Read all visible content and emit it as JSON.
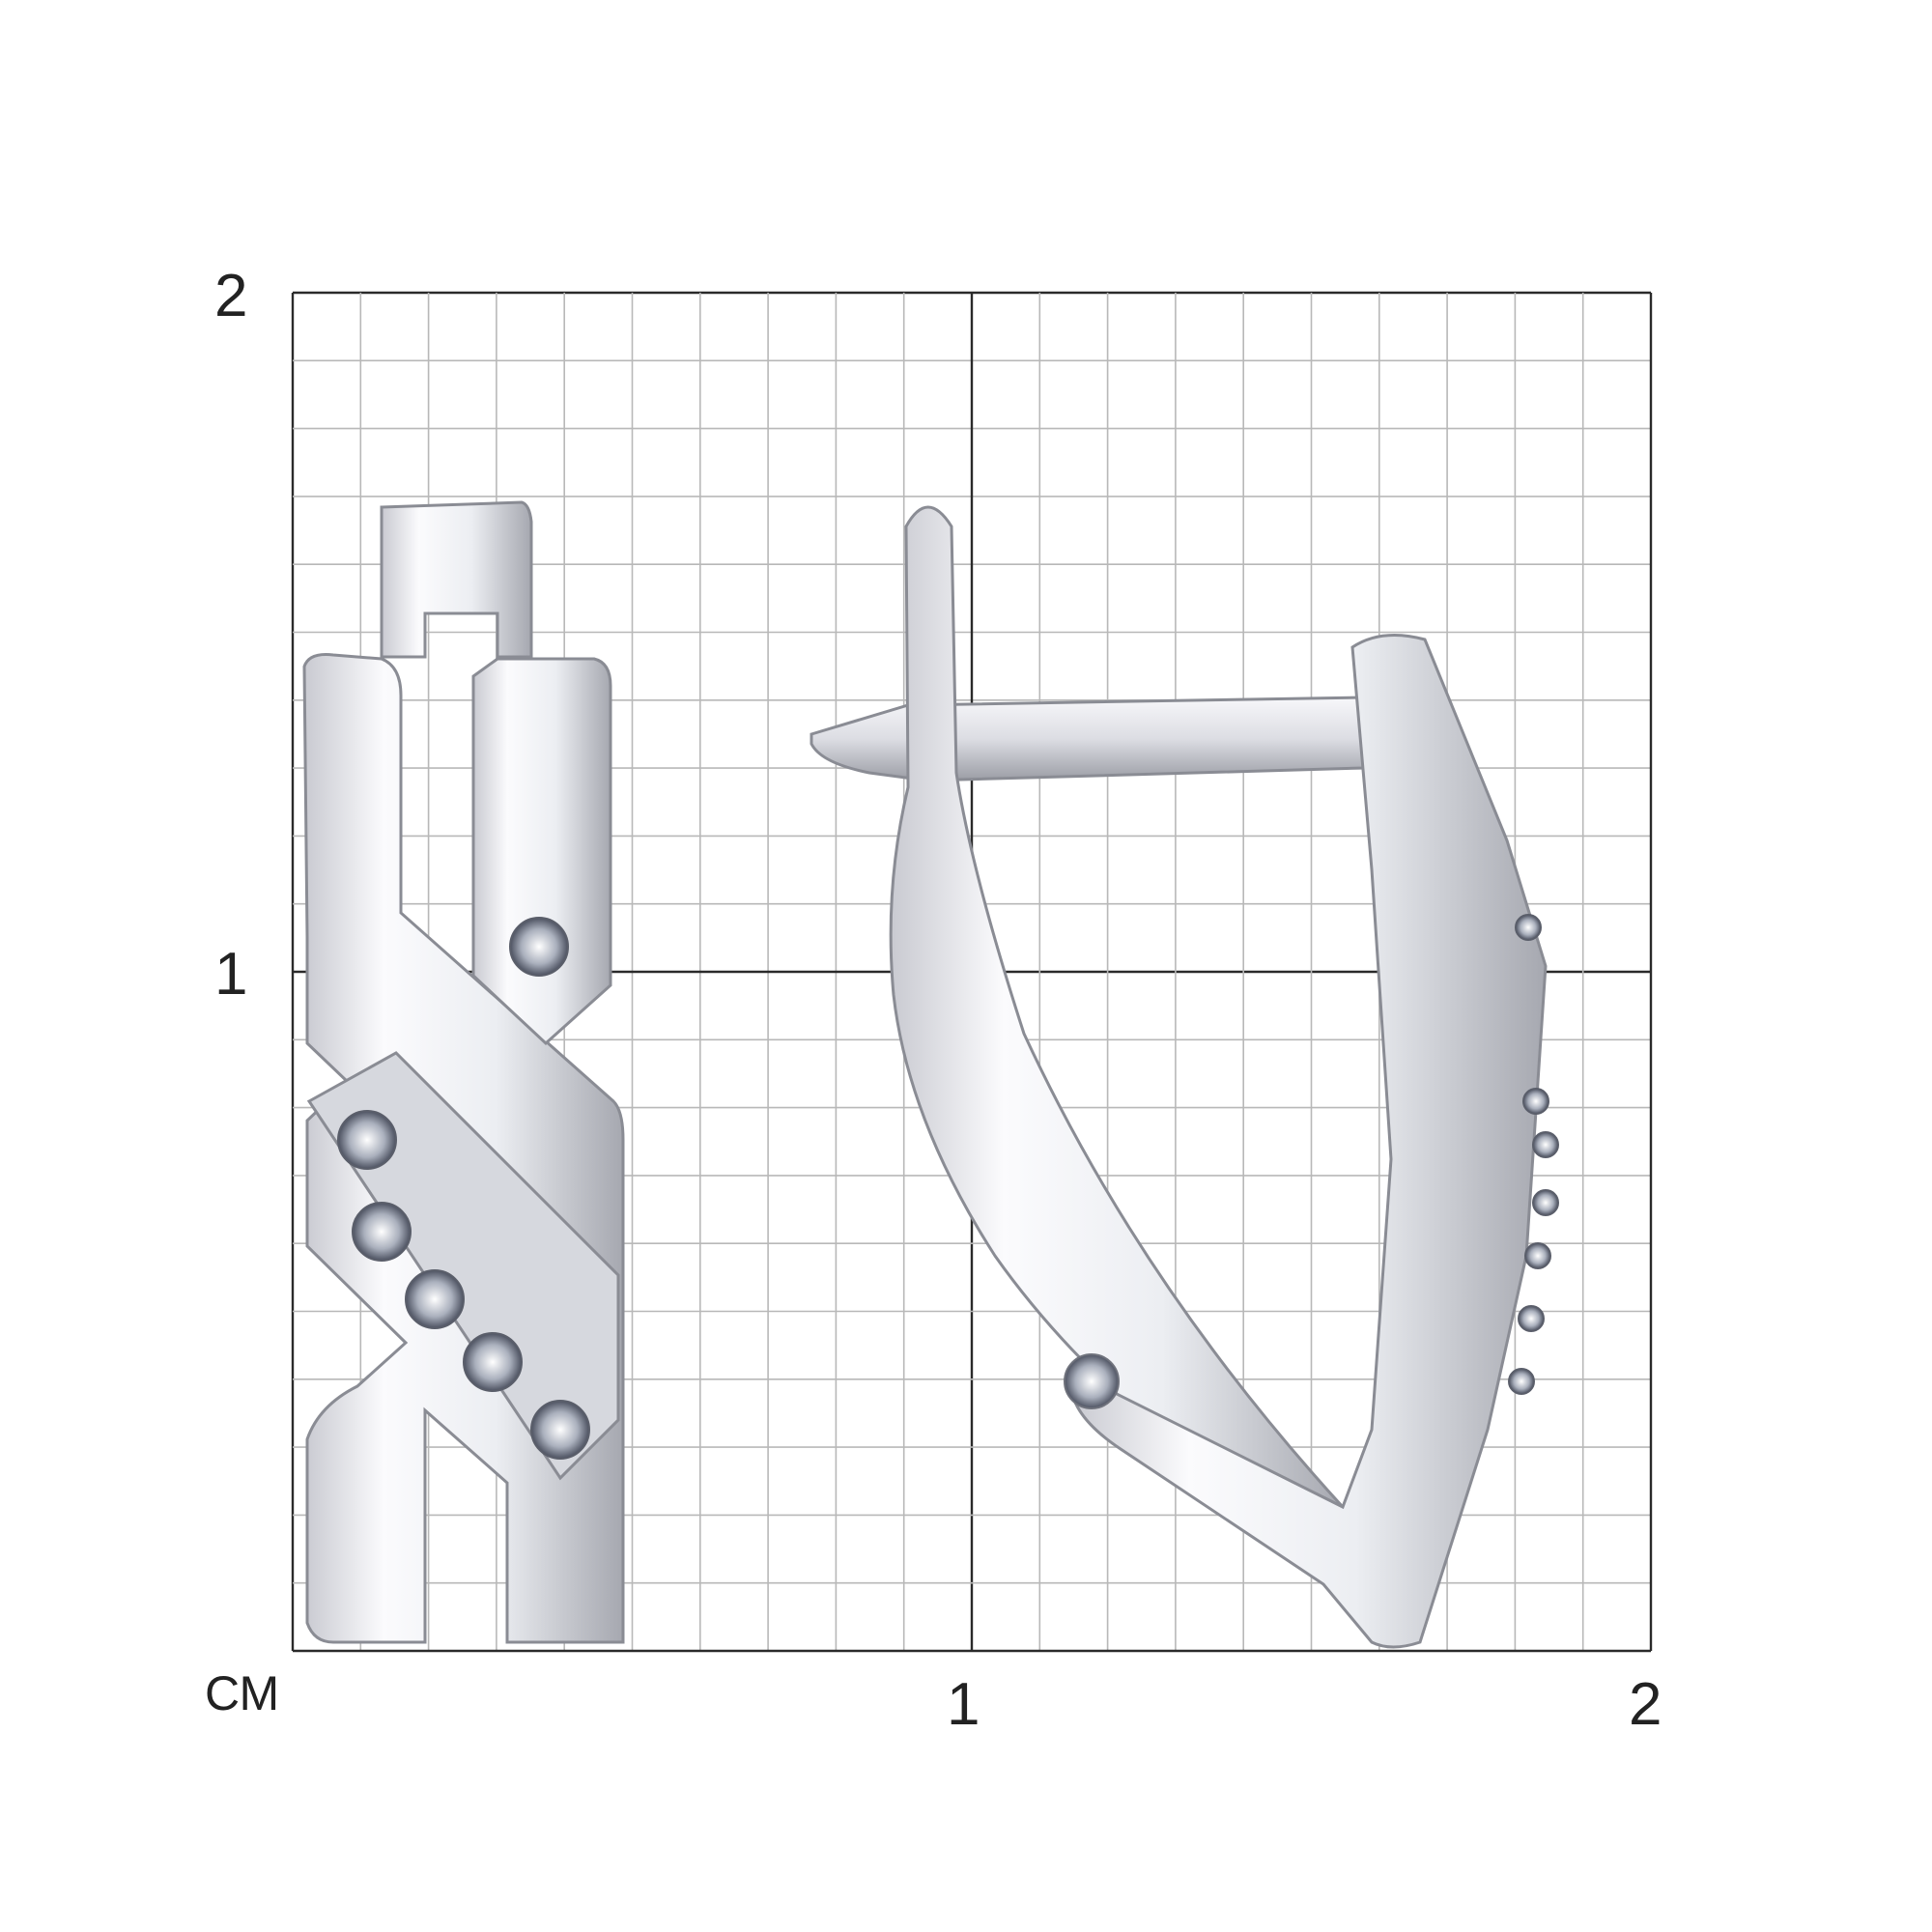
{
  "scale": {
    "unit_label": "СМ",
    "y_labels": [
      "2",
      "1"
    ],
    "x_labels": [
      "1",
      "2"
    ],
    "range_cm": [
      0,
      2
    ],
    "minor_divisions_per_cm": 10
  },
  "colors": {
    "grid_minor": "#b8b8b8",
    "grid_major": "#2a2a2a",
    "metal_light": "#fbfbfd",
    "metal_mid": "#dfe0e6",
    "metal_dark": "#8a8c94"
  }
}
